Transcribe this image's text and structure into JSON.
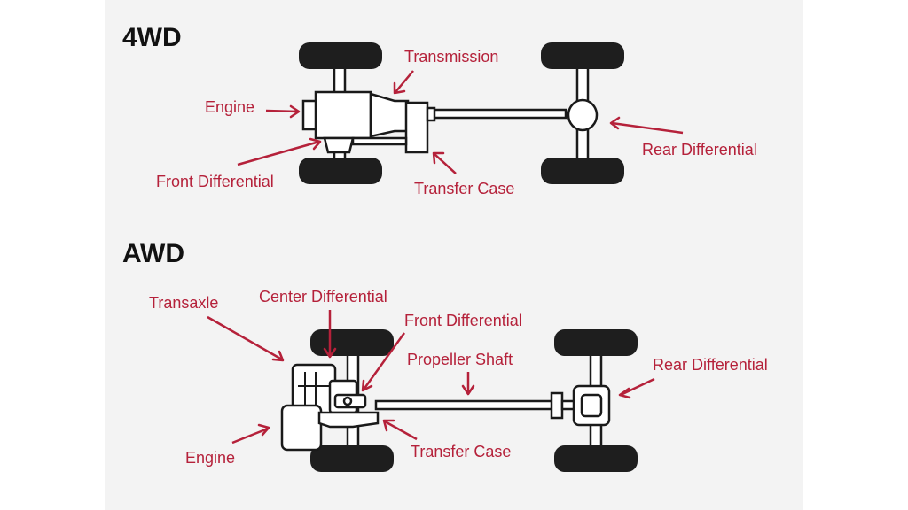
{
  "colors": {
    "label": "#b5213a",
    "outline": "#1a1a1a",
    "wheel": "#1e1e1e",
    "panel": "#f3f3f3"
  },
  "four_wd": {
    "title": "4WD",
    "labels": {
      "transmission": "Transmission",
      "engine": "Engine",
      "front_differential": "Front Differential",
      "transfer_case": "Transfer Case",
      "rear_differential": "Rear Differential"
    }
  },
  "awd": {
    "title": "AWD",
    "labels": {
      "transaxle": "Transaxle",
      "center_differential": "Center Differential",
      "front_differential": "Front Differential",
      "propeller_shaft": "Propeller Shaft",
      "rear_differential": "Rear Differential",
      "engine": "Engine",
      "transfer_case": "Transfer Case"
    }
  }
}
